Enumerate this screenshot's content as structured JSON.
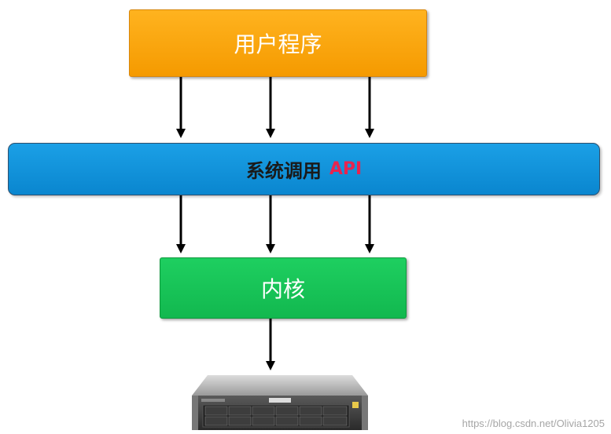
{
  "diagram": {
    "user_programs_label": "用户程序",
    "syscall_label": "系统调用",
    "api_label": "API",
    "kernel_label": "内核"
  },
  "hardware_icon": "server-rack-icon",
  "watermark": "https://blog.csdn.net/Olivia1205",
  "colors": {
    "user_programs": "#f7a30c",
    "syscall_bar": "#1192d9",
    "api_text": "#e8244f",
    "kernel": "#18c157",
    "arrow": "#000000"
  }
}
